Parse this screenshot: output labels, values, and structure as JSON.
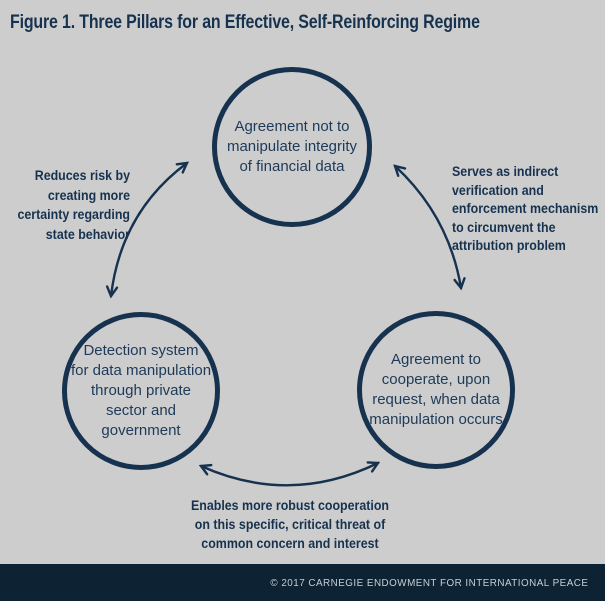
{
  "title": "Figure 1. Three Pillars for an Effective, Self-Reinforcing Regime",
  "colors": {
    "background": "#cdcdce",
    "navy": "#16324e",
    "footer_background": "#0d2334",
    "footer_text": "#c7cdd3"
  },
  "diagram": {
    "circles": [
      {
        "id": "top",
        "lines": [
          "Agreement not to",
          "manipulate integrity",
          "of financial data"
        ]
      },
      {
        "id": "bottom-left",
        "lines": [
          "Detection system",
          "for data manipulation",
          "through private",
          "sector and",
          "government"
        ]
      },
      {
        "id": "bottom-right",
        "lines": [
          "Agreement to",
          "cooperate, upon",
          "request, when data",
          "manipulation occurs"
        ]
      }
    ],
    "labels": [
      {
        "id": "left",
        "lines": [
          "Reduces risk by",
          "creating more",
          "certainty regarding",
          "state behavior"
        ]
      },
      {
        "id": "right",
        "lines": [
          "Serves as indirect",
          "verification and",
          "enforcement mechanism",
          "to circumvent the",
          "attribution problem"
        ]
      },
      {
        "id": "bottom",
        "lines": [
          "Enables more robust cooperation",
          "on this specific, critical threat of",
          "common concern and interest"
        ]
      }
    ],
    "arrows": [
      {
        "id": "left-double-arrow",
        "connects": [
          "bottom-left",
          "top"
        ]
      },
      {
        "id": "right-double-arrow",
        "connects": [
          "top",
          "bottom-right"
        ]
      },
      {
        "id": "bottom-double-arrow",
        "connects": [
          "bottom-left",
          "bottom-right"
        ]
      }
    ]
  },
  "footer": {
    "copyright": "© 2017 CARNEGIE ENDOWMENT FOR INTERNATIONAL PEACE"
  }
}
